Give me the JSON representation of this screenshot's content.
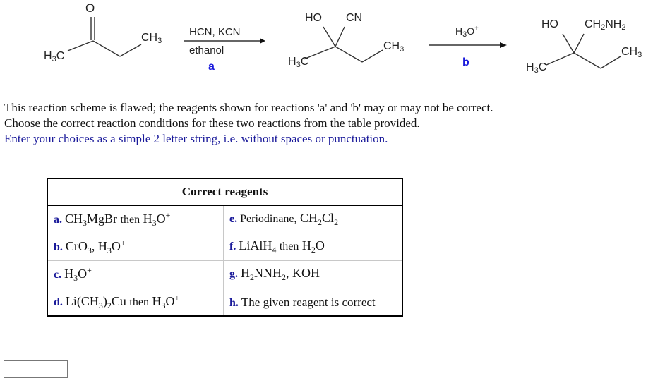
{
  "scheme": {
    "reactant": {
      "name": "2-butanone",
      "labels": {
        "oxygen": "O",
        "left_methyl": "H3C",
        "right_methyl": "CH3"
      }
    },
    "reaction_a": {
      "reagents_above": "HCN, KCN",
      "reagents_below": "ethanol",
      "label": "a"
    },
    "intermediate": {
      "name": "cyanohydrin",
      "labels": {
        "hydroxyl": "HO",
        "nitrile": "CN",
        "left_methyl": "H3C",
        "right_methyl": "CH3"
      }
    },
    "reaction_b": {
      "reagents_above": "H3O+",
      "label": "b"
    },
    "product": {
      "name": "amino alcohol",
      "labels": {
        "hydroxyl": "HO",
        "aminomethyl": "CH2NH2",
        "left_methyl": "H3C",
        "right_methyl": "CH3"
      }
    },
    "colors": {
      "label_blue": "#1a1adc",
      "structure": "#222222"
    }
  },
  "instructions": {
    "line1": "This reaction scheme is flawed; the reagents shown for reactions 'a' and 'b' may or may not be correct.",
    "line2": "Choose the correct reaction conditions for these two reactions from the table provided.",
    "line3": "Enter your choices as a simple 2 letter string, i.e. without spaces or punctuation.",
    "line3_color": "#1a1a9a"
  },
  "table": {
    "header": "Correct reagents",
    "options": [
      {
        "letter": "a.",
        "text": "CH3MgBr then H3O+"
      },
      {
        "letter": "b.",
        "text": "CrO3, H3O+"
      },
      {
        "letter": "c.",
        "text": "H3O+"
      },
      {
        "letter": "d.",
        "text": "Li(CH3)2Cu then H3O+"
      },
      {
        "letter": "e.",
        "text": "Periodinane, CH2Cl2"
      },
      {
        "letter": "f.",
        "text": "LiAlH4 then H2O"
      },
      {
        "letter": "g.",
        "text": "H2NNH2, KOH"
      },
      {
        "letter": "h.",
        "text": "The given reagent is correct"
      }
    ]
  },
  "answer": {
    "value": "",
    "placeholder": ""
  }
}
